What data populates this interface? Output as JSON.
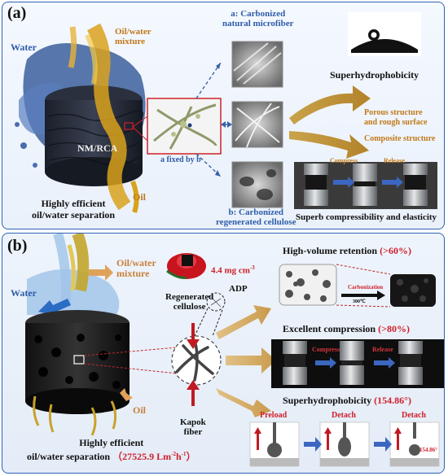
{
  "panel_a": {
    "label": "(a)",
    "water": "Water",
    "oil_water_mixture": [
      "Oil/water",
      "mixture"
    ],
    "oil": "Oil",
    "material_name": "NM/RCA",
    "separation": [
      "Highly efficient",
      "oil/water separation"
    ],
    "fiber_a": [
      "a: Carbonized",
      "natural microfiber"
    ],
    "fiber_b": [
      "b: Carbonized",
      "regenerated cellulose"
    ],
    "fixed_by": "a fixed by b",
    "superhydrophobicity": "Superhydrophobicity",
    "porous": [
      "Porous structure",
      "and rough surface"
    ],
    "composite": "Composite structure",
    "compress": "Compress",
    "release": "Release",
    "compressibility": "Superb compressibility and elasticity"
  },
  "panel_b": {
    "label": "(b)",
    "oil_water_mixture": [
      "Oil/water",
      "mixture"
    ],
    "water": "Water",
    "oil": "Oil",
    "density": "4.4 mg cm",
    "density_sup": "-3",
    "adp": "ADP",
    "regenerated": [
      "Regenerated",
      "cellulose"
    ],
    "kapok": [
      "Kapok",
      "fiber"
    ],
    "volume_retention": "High-volume retention",
    "volume_value": "(>60%)",
    "carbonization": "Carbonization",
    "temperature": "300℃",
    "excellent_compression": "Excellent compression",
    "compression_value": "(>80%)",
    "compress": "Compress",
    "release": "Release",
    "superhydrophobicity": "Superhydrophobicity",
    "angle_value": "(154.86°)",
    "preload": "Preload",
    "detach": "Detach",
    "angle": "154.86°",
    "separation": [
      "Highly efficient",
      "oil/water separation"
    ],
    "flux": "（27525.9 Lm",
    "flux_sup": "-2",
    "flux_mid": "h",
    "flux_sup2": "-1",
    "flux_end": "）"
  }
}
